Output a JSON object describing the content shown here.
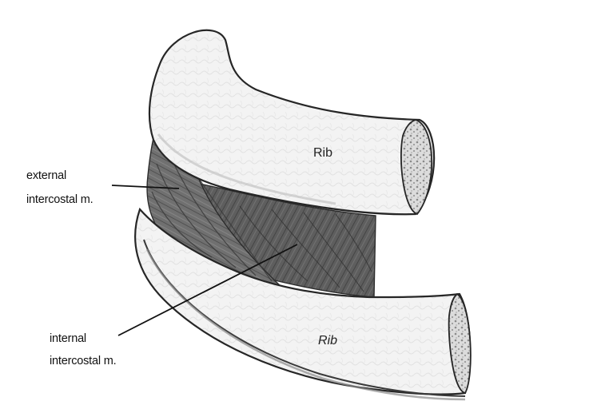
{
  "labels": {
    "rib_upper": "Rib",
    "rib_lower": "Rib",
    "external": {
      "line1": "external",
      "line2": "intercostal m."
    },
    "internal": {
      "line1": "internal",
      "line2": "intercostal m."
    }
  },
  "colors": {
    "background": "#ffffff",
    "bone": "#f1f1f1",
    "bone_edge": "#2a2a2a",
    "bone_shade": "#d6d6d6",
    "muscle_external": "#6f6f6f",
    "muscle_internal": "#5c5c5c",
    "muscle_fiber": "#3c3c3c",
    "leader_line": "#111111"
  }
}
